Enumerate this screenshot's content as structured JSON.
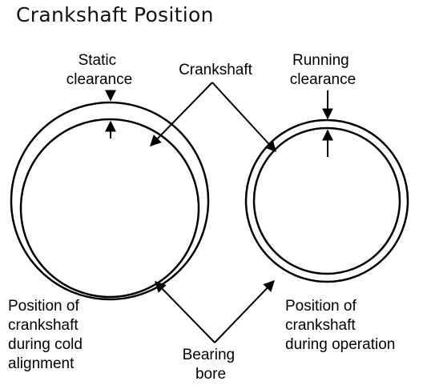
{
  "title": "Crankshaft Position",
  "labels": {
    "static_clearance": [
      "Static",
      "clearance"
    ],
    "crankshaft": "Crankshaft",
    "running_clearance": [
      "Running",
      "clearance"
    ],
    "cold_alignment": [
      "Position of",
      "crankshaft",
      "during cold",
      "alignment"
    ],
    "operation": [
      "Position of",
      "crankshaft",
      "during operation"
    ],
    "bearing_bore": [
      "Bearing",
      "bore"
    ]
  },
  "colors": {
    "ink": "#000000",
    "background": "#ffffff"
  }
}
